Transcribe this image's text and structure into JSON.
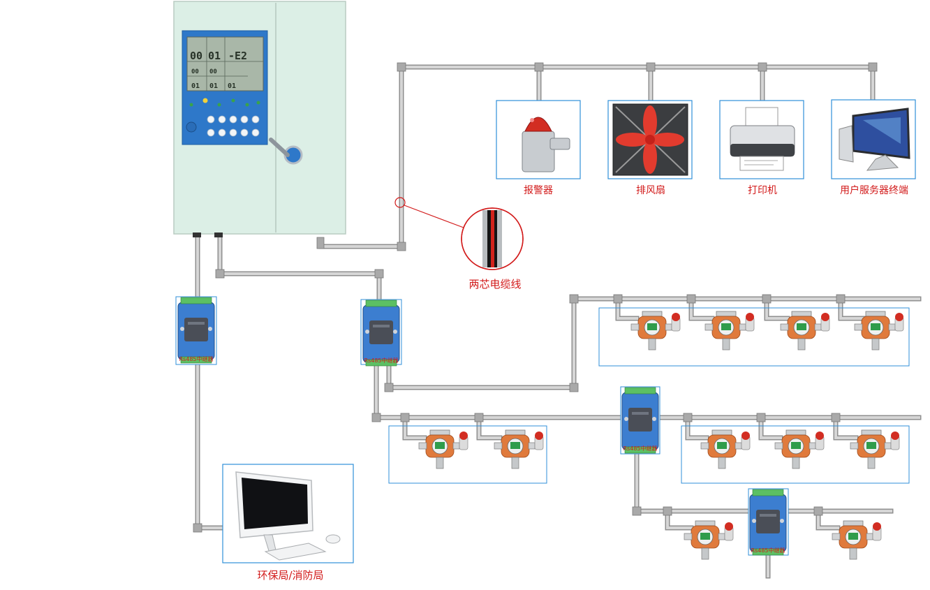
{
  "devices": {
    "alarm_label": "报警器",
    "fan_label": "排风扇",
    "printer_label": "打印机",
    "server_label": "用户服务器终端"
  },
  "cable_label": "两芯电缆线",
  "repeater_label": "Rs485中继器",
  "office_label": "环保局/消防局",
  "controller_lcd": {
    "value_1": "00",
    "value_2": "01",
    "value_3": "-E2",
    "value_4": "00",
    "value_5": "00",
    "value_6": "01",
    "value_7": "01",
    "value_8": "01"
  },
  "colors": {
    "pipe": "#c8c8c8",
    "pipe_edge": "#8f8f8f",
    "box_border": "#2f8fd8",
    "label_red": "#d21a1a",
    "panel_blue": "#2e78c9",
    "cabinet": "#dcefe6",
    "detector_orange": "#e07a3c"
  }
}
